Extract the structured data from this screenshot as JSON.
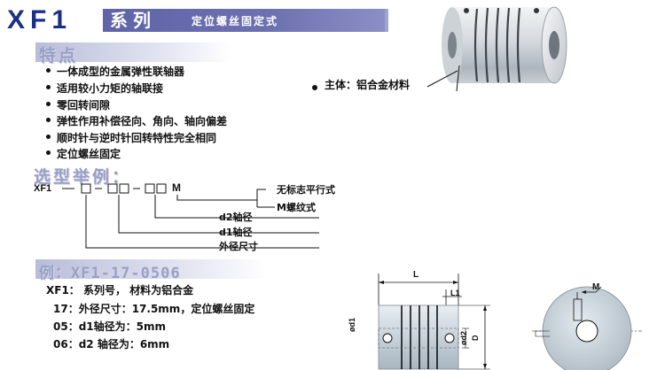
{
  "header": {
    "series_code": "XF1",
    "series_word": "系列",
    "subtitle": "定位螺丝固定式"
  },
  "features": {
    "title": "特点",
    "items": [
      "一体成型的金属弹性联轴器",
      "适用较小力矩的轴联接",
      "零回转间隙",
      "弹性作用补偿径向、角向、轴向偏差",
      "顺时针与逆时针回转特性完全相同",
      "定位螺丝固定"
    ]
  },
  "product_note": "主体：铝合金材料",
  "selection": {
    "title": "选型举例：",
    "code_prefix": "XF1",
    "code_suffix": "M",
    "labels": {
      "no_mark": "无标志平行式",
      "m_thread": "M螺纹式",
      "d2": "d2轴径",
      "d1": "d1轴径",
      "outer": "外径尺寸"
    }
  },
  "example": {
    "title": "例：XF1-17-0506",
    "lines": [
      "XF1：  系列号，  材料为铝合金",
      "17：外径尺寸：17.5mm，定位螺丝固定",
      "05：d1轴径为：5mm",
      "06：d2 轴径为：6mm"
    ]
  },
  "drawing": {
    "L": "L",
    "L1": "L1",
    "d1": "ød1",
    "d2": "ød2",
    "D": "D",
    "M": "M"
  }
}
